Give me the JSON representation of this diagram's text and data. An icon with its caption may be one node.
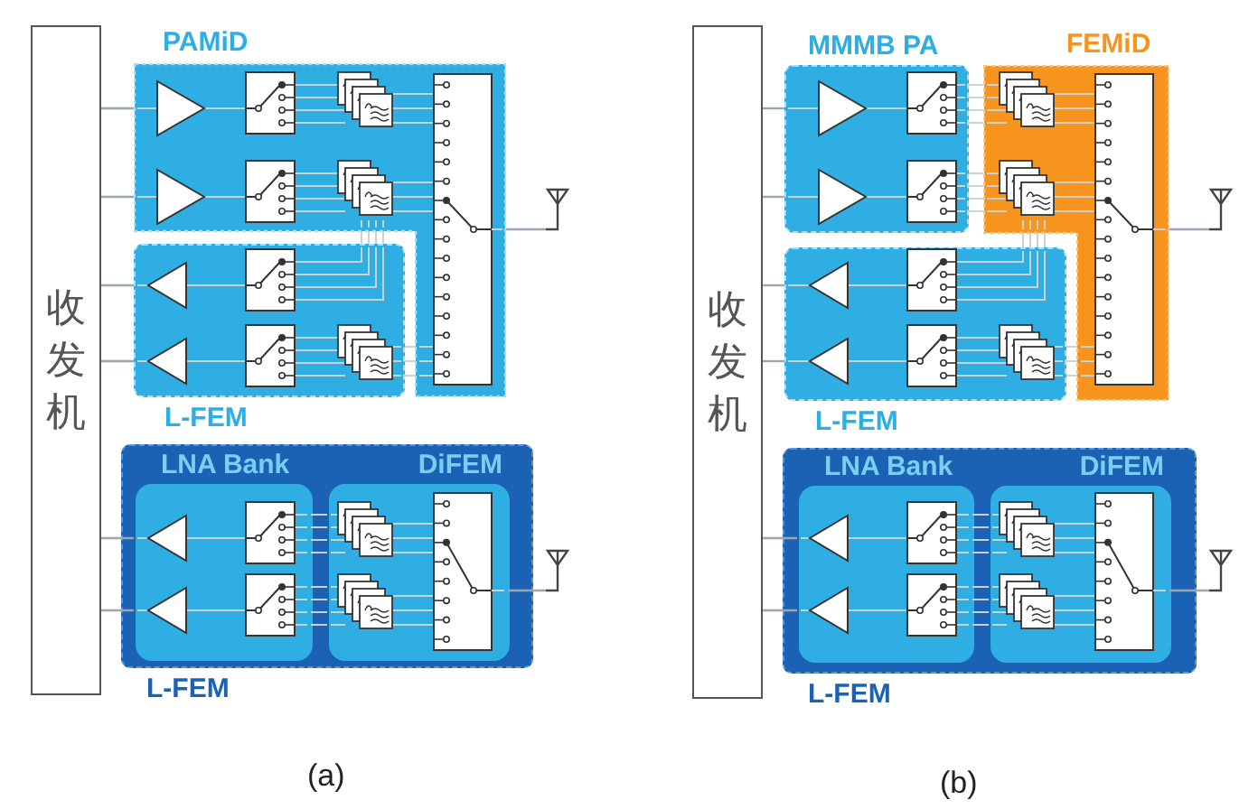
{
  "diagram": {
    "nodes": [
      {
        "text": [
          "收发机"
        ]
      },
      {
        "text": [
          "PAMiD"
        ]
      },
      {
        "text": [],
        "shape": "antenna"
      },
      {
        "text": [
          "L-FEM"
        ]
      },
      {
        "text": [
          "L-FEM"
        ]
      },
      {
        "text": [
          "LNA Bank"
        ],
        "in": 4
      },
      {
        "text": [
          "DiFEM"
        ],
        "in": 4
      },
      {
        "text": [],
        "shape": "antenna"
      },
      {
        "text": [
          "收发机"
        ]
      },
      {
        "text": [
          "MMMB PA"
        ]
      },
      {
        "text": [
          "FEMiD"
        ]
      },
      {
        "text": [],
        "shape": "antenna"
      },
      {
        "text": [
          "L-FEM"
        ]
      },
      {
        "text": [
          "L-FEM"
        ]
      },
      {
        "text": [
          "LNA Bank"
        ],
        "in": 13
      },
      {
        "text": [
          "DiFEM"
        ],
        "in": 13
      },
      {
        "text": [],
        "shape": "antenna"
      }
    ],
    "edges": [
      {
        "from": 0,
        "to": 1,
        "arrow": "none"
      },
      {
        "from": 0,
        "to": 1,
        "arrow": "none"
      },
      {
        "from": 0,
        "to": 3,
        "arrow": "none"
      },
      {
        "from": 0,
        "to": 3,
        "arrow": "none"
      },
      {
        "from": 0,
        "to": 5,
        "arrow": "none"
      },
      {
        "from": 0,
        "to": 5,
        "arrow": "none"
      },
      {
        "from": 1,
        "to": 2,
        "arrow": "none"
      },
      {
        "from": 6,
        "to": 7,
        "arrow": "none"
      },
      {
        "from": 8,
        "to": 9,
        "arrow": "none"
      },
      {
        "from": 8,
        "to": 9,
        "arrow": "none"
      },
      {
        "from": 8,
        "to": 12,
        "arrow": "none"
      },
      {
        "from": 8,
        "to": 12,
        "arrow": "none"
      },
      {
        "from": 8,
        "to": 14,
        "arrow": "none"
      },
      {
        "from": 8,
        "to": 14,
        "arrow": "none"
      },
      {
        "from": 10,
        "to": 11,
        "arrow": "none"
      },
      {
        "from": 15,
        "to": 16,
        "arrow": "none"
      },
      {
        "from": 3,
        "to": 1,
        "arrow": "none"
      },
      {
        "from": 3,
        "to": 1,
        "arrow": "none"
      },
      {
        "from": 3,
        "to": 1,
        "arrow": "none"
      },
      {
        "from": 3,
        "to": 1,
        "arrow": "none"
      },
      {
        "from": 3,
        "to": 1,
        "arrow": "none"
      },
      {
        "from": 3,
        "to": 1,
        "arrow": "none"
      },
      {
        "from": 3,
        "to": 1,
        "arrow": "none"
      },
      {
        "from": 5,
        "to": 6,
        "arrow": "none"
      },
      {
        "from": 5,
        "to": 6,
        "arrow": "none"
      },
      {
        "from": 5,
        "to": 6,
        "arrow": "none"
      },
      {
        "from": 5,
        "to": 6,
        "arrow": "none"
      },
      {
        "from": 5,
        "to": 6,
        "arrow": "none"
      },
      {
        "from": 5,
        "to": 6,
        "arrow": "none"
      },
      {
        "from": 5,
        "to": 6,
        "arrow": "none"
      },
      {
        "from": 5,
        "to": 6,
        "arrow": "none"
      },
      {
        "from": 9,
        "to": 10,
        "arrow": "none"
      },
      {
        "from": 9,
        "to": 10,
        "arrow": "none"
      },
      {
        "from": 9,
        "to": 10,
        "arrow": "none"
      },
      {
        "from": 9,
        "to": 10,
        "arrow": "none"
      },
      {
        "from": 9,
        "to": 10,
        "arrow": "none"
      },
      {
        "from": 9,
        "to": 10,
        "arrow": "none"
      },
      {
        "from": 9,
        "to": 10,
        "arrow": "none"
      },
      {
        "from": 9,
        "to": 10,
        "arrow": "none"
      },
      {
        "from": 12,
        "to": 10,
        "arrow": "none"
      },
      {
        "from": 12,
        "to": 10,
        "arrow": "none"
      },
      {
        "from": 12,
        "to": 10,
        "arrow": "none"
      },
      {
        "from": 12,
        "to": 10,
        "arrow": "none"
      },
      {
        "from": 12,
        "to": 10,
        "arrow": "none"
      },
      {
        "from": 12,
        "to": 10,
        "arrow": "none"
      },
      {
        "from": 12,
        "to": 10,
        "arrow": "none"
      },
      {
        "from": 14,
        "to": 15,
        "arrow": "none"
      },
      {
        "from": 14,
        "to": 15,
        "arrow": "none"
      },
      {
        "from": 14,
        "to": 15,
        "arrow": "none"
      },
      {
        "from": 14,
        "to": 15,
        "arrow": "none"
      },
      {
        "from": 14,
        "to": 15,
        "arrow": "none"
      },
      {
        "from": 14,
        "to": 15,
        "arrow": "none"
      },
      {
        "from": 14,
        "to": 15,
        "arrow": "none"
      },
      {
        "from": 14,
        "to": 15,
        "arrow": "none"
      }
    ],
    "labels": [
      "(a)",
      "(b)"
    ]
  }
}
